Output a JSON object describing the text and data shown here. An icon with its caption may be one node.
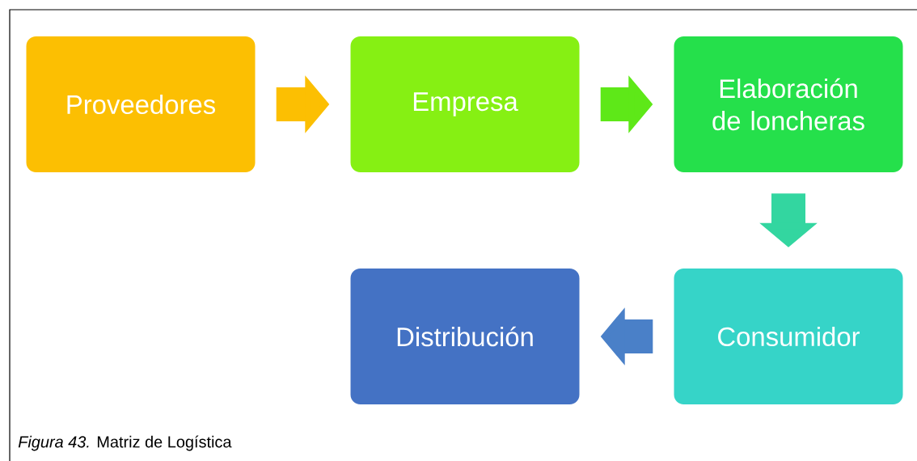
{
  "diagram": {
    "caption": "*Figura 43.*  Matriz de Logística",
    "nodes": [
      {
        "text": [
          "Proveedores"
        ]
      },
      {
        "text": [
          "Empresa"
        ]
      },
      {
        "text": [
          "Elaboración de loncheras"
        ]
      },
      {
        "text": [
          "Consumidor"
        ]
      },
      {
        "text": [
          "Distribución"
        ]
      }
    ],
    "edges": [
      {
        "from": 0,
        "to": 1,
        "arrow": "to",
        "color": "#fcbf02"
      },
      {
        "from": 1,
        "to": 2,
        "arrow": "to",
        "color": "#5ee818"
      },
      {
        "from": 2,
        "to": 3,
        "arrow": "to",
        "color": "#33d6a0"
      },
      {
        "from": 3,
        "to": 4,
        "arrow": "to",
        "color": "#4a80c8"
      }
    ]
  }
}
